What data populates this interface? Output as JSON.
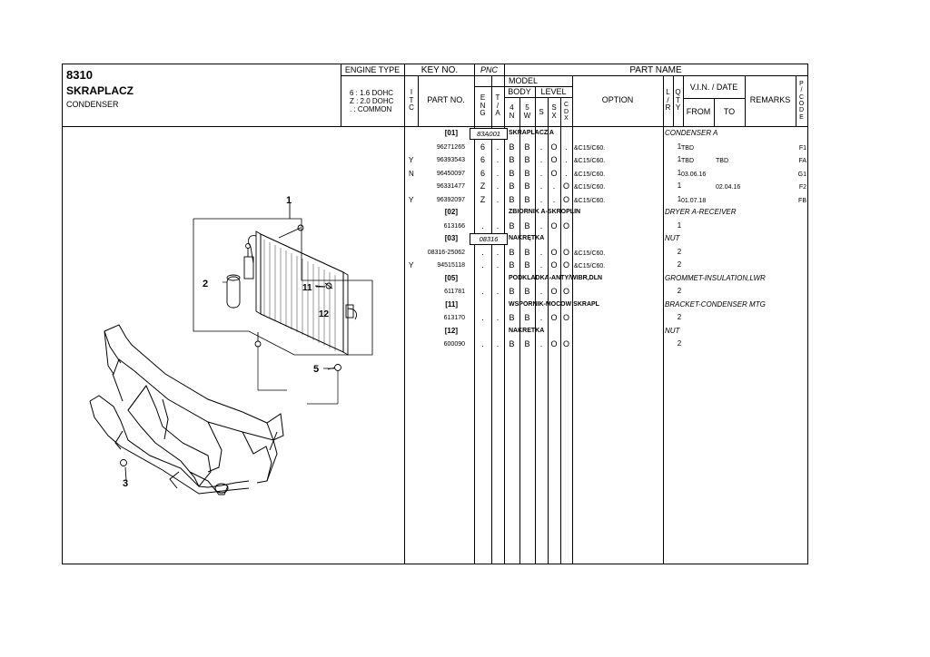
{
  "section": {
    "number": "8310",
    "title_pl": "SKRAPLACZ",
    "title_en": "CONDENSER"
  },
  "engine": {
    "header": "ENGINE TYPE",
    "lines": [
      "6 : 1.6 DOHC",
      "Z : 2.0 DOHC",
      ". : COMMON"
    ]
  },
  "headers": {
    "key_no": "KEY NO.",
    "pnc": "PNC",
    "part_name": "PART NAME",
    "itc": [
      "I",
      "T",
      "C"
    ],
    "part_no": "PART NO.",
    "model": "MODEL",
    "eng": [
      "E",
      "N",
      "G"
    ],
    "ta": [
      "T",
      "/",
      "A"
    ],
    "body": "BODY",
    "level": "LEVEL",
    "body_4n": [
      "4",
      "N"
    ],
    "body_5w": [
      "5",
      "W"
    ],
    "level_s": "S",
    "level_sx": [
      "S",
      "X"
    ],
    "level_cdx": [
      "C",
      "D",
      "X"
    ],
    "option": "OPTION",
    "lr": [
      "L",
      "/",
      "R"
    ],
    "qty": [
      "Q",
      "T",
      "Y"
    ],
    "vin_date": "V.I.N. / DATE",
    "from": "FROM",
    "to": "TO",
    "remarks": "REMARKS",
    "pcode": [
      "P",
      "/",
      "C",
      "O",
      "D",
      "E"
    ]
  },
  "rows": [
    {
      "key": "[01]",
      "pnc": "83A001",
      "name": "SKRAPLACZ A",
      "name_en": "CONDENSER A"
    },
    {
      "itc": "",
      "part": "96271265",
      "eng": "6",
      "ta": ".",
      "b4": "B",
      "b5": "B",
      "s": ".",
      "sx": "O",
      "cdx": ".",
      "option": "&C15/C60.",
      "qty": "1",
      "from": "TBD",
      "to": "",
      "pcode": "F1"
    },
    {
      "itc": "Y",
      "part": "96393543",
      "eng": "6",
      "ta": ".",
      "b4": "B",
      "b5": "B",
      "s": ".",
      "sx": "O",
      "cdx": ".",
      "option": "&C15/C60.",
      "qty": "1",
      "from": "TBD",
      "to": "TBD",
      "pcode": "FA"
    },
    {
      "itc": "N",
      "part": "96450097",
      "eng": "6",
      "ta": ".",
      "b4": "B",
      "b5": "B",
      "s": ".",
      "sx": "O",
      "cdx": ".",
      "option": "&C15/C60.",
      "qty": "1",
      "from": "03.06.16",
      "to": "",
      "pcode": "G1"
    },
    {
      "itc": "",
      "part": "96331477",
      "eng": "Z",
      "ta": ".",
      "b4": "B",
      "b5": "B",
      "s": ".",
      "sx": ".",
      "cdx": "O",
      "option": "&C15/C60.",
      "qty": "1",
      "from": "",
      "to": "02.04.16",
      "pcode": "F2"
    },
    {
      "itc": "Y",
      "part": "96392097",
      "eng": "Z",
      "ta": ".",
      "b4": "B",
      "b5": "B",
      "s": ".",
      "sx": ".",
      "cdx": "O",
      "option": "&C15/C60.",
      "qty": "1",
      "from": "01.07.18",
      "to": "",
      "pcode": "FB"
    },
    {
      "key": "[02]",
      "pnc": "",
      "name": "ZBIORNIK A-SKROPLIN",
      "name_en": "DRYER A-RECEIVER"
    },
    {
      "itc": "",
      "part": "613166",
      "eng": ".",
      "ta": ".",
      "b4": "B",
      "b5": "B",
      "s": ".",
      "sx": "O",
      "cdx": "O",
      "option": "",
      "qty": "1",
      "from": "",
      "to": "",
      "pcode": ""
    },
    {
      "key": "[03]",
      "pnc": "08316",
      "name": "NAKRĘTKA",
      "name_en": "NUT"
    },
    {
      "itc": "",
      "part": "08316-25062",
      "eng": ".",
      "ta": ".",
      "b4": "B",
      "b5": "B",
      "s": ".",
      "sx": "O",
      "cdx": "O",
      "option": "&C15/C60.",
      "qty": "2",
      "from": "",
      "to": "",
      "pcode": ""
    },
    {
      "itc": "Y",
      "part": "94515118",
      "eng": ".",
      "ta": ".",
      "b4": "B",
      "b5": "B",
      "s": ".",
      "sx": "O",
      "cdx": "O",
      "option": "&C15/C60.",
      "qty": "2",
      "from": "",
      "to": "",
      "pcode": ""
    },
    {
      "key": "[05]",
      "pnc": "",
      "name": "PODKLADKA-ANTY/WIBR,DLN",
      "name_en": "GROMMET-INSULATION,LWR"
    },
    {
      "itc": "",
      "part": "611781",
      "eng": ".",
      "ta": ".",
      "b4": "B",
      "b5": "B",
      "s": ".",
      "sx": "O",
      "cdx": "O",
      "option": "",
      "qty": "2",
      "from": "",
      "to": "",
      "pcode": ""
    },
    {
      "key": "[11]",
      "pnc": "",
      "name": "WSPORNIK-MOCOW SKRAPL",
      "name_en": "BRACKET-CONDENSER MTG"
    },
    {
      "itc": "",
      "part": "613170",
      "eng": ".",
      "ta": ".",
      "b4": "B",
      "b5": "B",
      "s": ".",
      "sx": "O",
      "cdx": "O",
      "option": "",
      "qty": "2",
      "from": "",
      "to": "",
      "pcode": ""
    },
    {
      "key": "[12]",
      "pnc": "",
      "name": "NAKRETKA",
      "name_en": "NUT"
    },
    {
      "itc": "",
      "part": "600090",
      "eng": ".",
      "ta": ".",
      "b4": "B",
      "b5": "B",
      "s": ".",
      "sx": "O",
      "cdx": "O",
      "option": "",
      "qty": "2",
      "from": "",
      "to": "",
      "pcode": ""
    }
  ],
  "callouts": [
    "1",
    "2",
    "11",
    "12",
    "5",
    "3"
  ]
}
